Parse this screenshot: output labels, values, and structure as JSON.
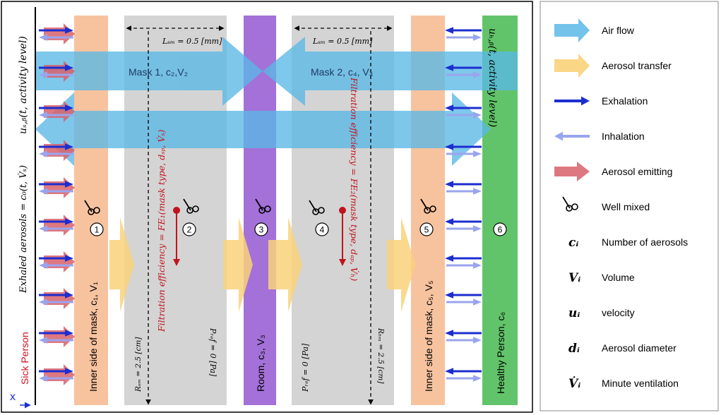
{
  "zones": {
    "inner1": {
      "label": "Inner side of mask, c₁, V₁",
      "num": "1"
    },
    "mask1": {
      "label": "Mask 1, c₂,V₂",
      "num": "2",
      "thickness": "Lₛₘ = 0.5 [mm]",
      "radius": "Rₛₘ = 2.5 [cm]",
      "pressure": "Pᵣₑf = 0 [Pa]",
      "filtration": "Filtration efficiency = FE₁(mask type, dₛₚ, V̇ₛ)"
    },
    "room": {
      "label": "Room, c₃, V₃",
      "num": "3"
    },
    "mask2": {
      "label": "Mask 2, c₄, V₄",
      "num": "4",
      "thickness": "Lₛₘ = 0.5 [mm]",
      "radius": "Rₕₘ = 2.5 [cm]",
      "pressure": "Pᵣₑf = 0 [Pa]",
      "filtration": "Filtration efficiency = FE₂(mask type, dₐₚ, V̇ₕ)"
    },
    "inner5": {
      "label": "Inner side of mask, c₅, V₅",
      "num": "5"
    },
    "healthy": {
      "label": "Healthy Person, c₆",
      "num": "6"
    }
  },
  "sick": {
    "label": "Sick Person",
    "exhaled": "Exhaled aerosols = c₀(t, V̇ₛ)",
    "velocity": "uₛ,ᵦ(t, activity level)"
  },
  "healthy_velocity": "uₕ,ᵦ(t, activity level)",
  "axis_label": "x",
  "legend": [
    {
      "sym": "",
      "text": "Air flow"
    },
    {
      "sym": "",
      "text": "Aerosol transfer"
    },
    {
      "sym": "",
      "text": "Exhalation"
    },
    {
      "sym": "",
      "text": "Inhalation"
    },
    {
      "sym": "",
      "text": "Aerosol emitting"
    },
    {
      "sym": "",
      "text": "Well mixed"
    },
    {
      "sym": "cᵢ",
      "text": "Number of aerosols"
    },
    {
      "sym": "Vᵢ",
      "text": "Volume"
    },
    {
      "sym": "uᵢ",
      "text": "velocity"
    },
    {
      "sym": "dᵢ",
      "text": "Aerosol diameter"
    },
    {
      "sym": "V̇ᵢ",
      "text": "Minute ventilation"
    }
  ],
  "colors": {
    "airflow": "#5ab8e6",
    "aerosol": "#f9d27a",
    "exhale": "#1c2ed0",
    "inhale": "#9aa5ee",
    "emit": "#d8606a",
    "inner": "#f6b98e",
    "mask": "#d4d4d4",
    "room": "#a371d8",
    "healthy": "#62c46a",
    "red": "#c0141c"
  }
}
